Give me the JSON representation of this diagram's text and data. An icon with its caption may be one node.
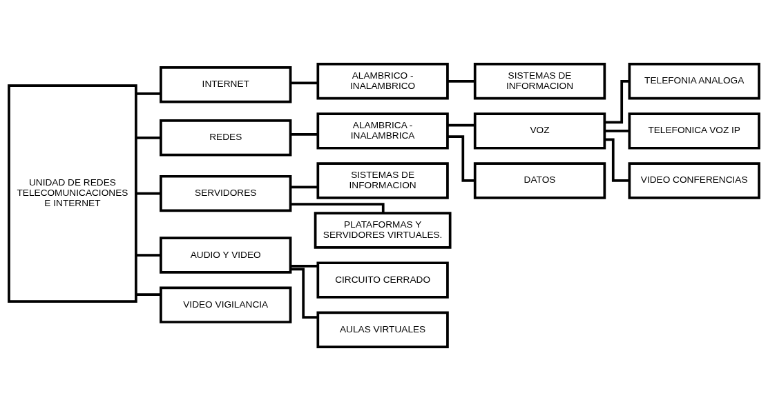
{
  "diagram": {
    "nodes": [
      {
        "text": [
          "UNIDAD DE REDES TELECOMUNICACIONES E INTERNET"
        ]
      },
      {
        "text": [
          "INTERNET"
        ]
      },
      {
        "text": [
          "ALAMBRICO - INALAMBRICO"
        ]
      },
      {
        "text": [
          "SISTEMAS DE INFORMACION"
        ]
      },
      {
        "text": [
          "REDES"
        ]
      },
      {
        "text": [
          "ALAMBRICA - INALAMBRICA"
        ]
      },
      {
        "text": [
          "VOZ"
        ]
      },
      {
        "text": [
          "DATOS"
        ]
      },
      {
        "text": [
          "TELEFONIA ANALOGA"
        ]
      },
      {
        "text": [
          "TELEFONICA VOZ IP"
        ]
      },
      {
        "text": [
          "VIDEO CONFERENCIAS"
        ]
      },
      {
        "text": [
          "SERVIDORES"
        ]
      },
      {
        "text": [
          "SISTEMAS DE INFORMACION"
        ]
      },
      {
        "text": [
          "PLATAFORMAS Y SERVIDORES VIRTUALES."
        ]
      },
      {
        "text": [
          "AUDIO Y VIDEO"
        ]
      },
      {
        "text": [
          "CIRCUITO CERRADO"
        ]
      },
      {
        "text": [
          "AULAS VIRTUALES"
        ]
      },
      {
        "text": [
          "VIDEO VIGILANCIA"
        ]
      }
    ],
    "edges": [
      {
        "from": 0,
        "to": 1,
        "arrow": "none"
      },
      {
        "from": 1,
        "to": 2,
        "arrow": "none"
      },
      {
        "from": 2,
        "to": 3,
        "arrow": "none"
      },
      {
        "from": 0,
        "to": 4,
        "arrow": "none"
      },
      {
        "from": 4,
        "to": 5,
        "arrow": "none"
      },
      {
        "from": 5,
        "to": 6,
        "arrow": "none"
      },
      {
        "from": 5,
        "to": 7,
        "arrow": "none"
      },
      {
        "from": 6,
        "to": 8,
        "arrow": "none"
      },
      {
        "from": 6,
        "to": 9,
        "arrow": "none"
      },
      {
        "from": 6,
        "to": 10,
        "arrow": "none"
      },
      {
        "from": 0,
        "to": 11,
        "arrow": "none"
      },
      {
        "from": 11,
        "to": 12,
        "arrow": "none"
      },
      {
        "from": 11,
        "to": 13,
        "arrow": "none"
      },
      {
        "from": 0,
        "to": 14,
        "arrow": "none"
      },
      {
        "from": 14,
        "to": 15,
        "arrow": "none"
      },
      {
        "from": 14,
        "to": 16,
        "arrow": "none"
      },
      {
        "from": 0,
        "to": 17,
        "arrow": "none"
      }
    ]
  }
}
